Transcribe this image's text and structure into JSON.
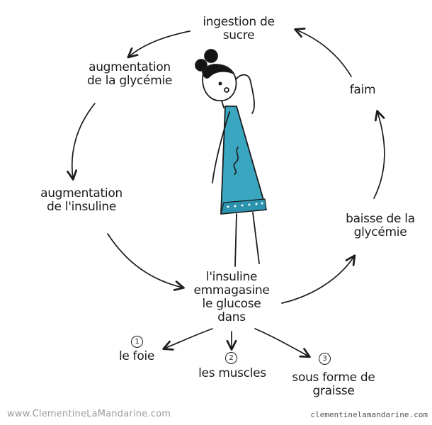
{
  "nodes": {
    "ingestion": [
      "ingestion de",
      "sucre"
    ],
    "glycemie_up": [
      "augmentation",
      "de la glycémie"
    ],
    "insuline_up": [
      "augmentation",
      "de l'insuline"
    ],
    "stockage": [
      "l'insuline",
      "emmagasine",
      "le glucose",
      "dans"
    ],
    "baisse": [
      "baisse de la",
      "glycémie"
    ],
    "faim": [
      "faim"
    ]
  },
  "destinations": [
    {
      "number": "1",
      "label": "le foie"
    },
    {
      "number": "2",
      "label": "les muscles"
    },
    {
      "number": "3",
      "lines": [
        "sous forme de",
        "graisse"
      ]
    }
  ],
  "footer": {
    "left_watermark": "www.ClementineLaMandarine.com",
    "right_watermark": "clementinelamandarine.com"
  },
  "colors": {
    "ink": "#1c1c1c",
    "dress": "#3aa6c0",
    "dress_dark": "#1f7f98",
    "hair": "#141414"
  },
  "icons": {
    "arrow": "hand-drawn-arrow",
    "figure": "woman-with-hand-on-head"
  }
}
